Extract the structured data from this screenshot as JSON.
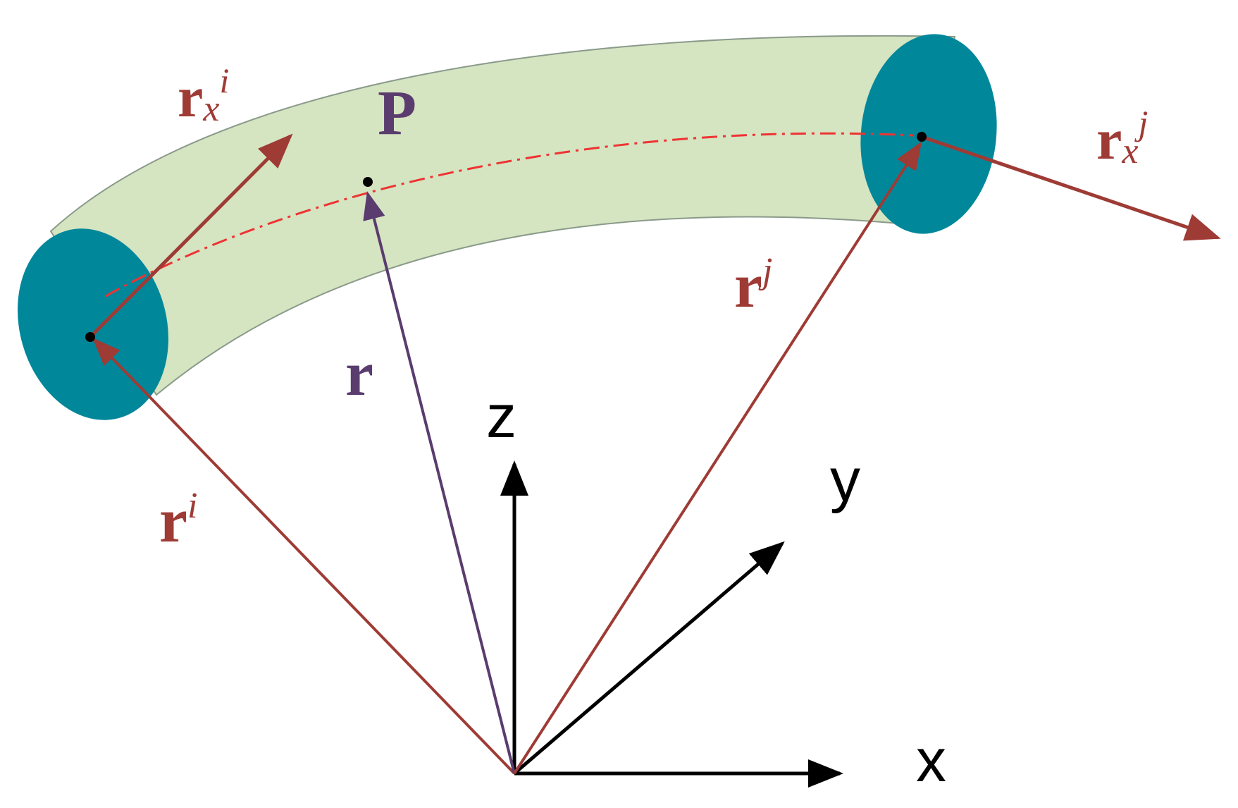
{
  "colors": {
    "background": "#ffffff",
    "beam_body": "#d5e4c1",
    "beam_outline": "#8a9a8a",
    "beam_end_face": "#00879a",
    "centerline": "#ee3333",
    "node_vectors": "#9e3b35",
    "point_vector": "#5a3c6e",
    "axes": "#000000",
    "point_dot": "#000000"
  },
  "labels": {
    "rx_i": {
      "base": "r",
      "sub": "x",
      "sup": "i"
    },
    "rx_j": {
      "base": "r",
      "sub": "x",
      "sup": "j"
    },
    "r_i": {
      "base": "r",
      "sup": "i"
    },
    "r_j": {
      "base": "r",
      "sup": "j"
    },
    "r": "r",
    "p": "P",
    "z": "z",
    "y": "y",
    "x": "x"
  },
  "icons": {
    "arrowhead": "filled-triangle-arrowhead",
    "node": "filled-circle-dot"
  }
}
